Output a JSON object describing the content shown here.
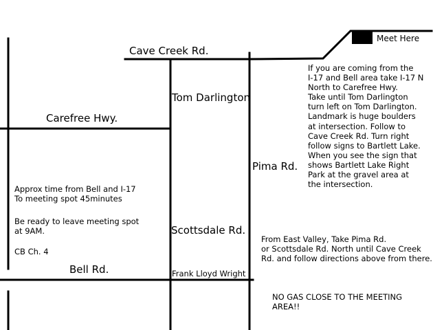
{
  "meeting_point": {
    "label": "Meet Here"
  },
  "roads": {
    "cave_creek": "Cave Creek Rd.",
    "carefree": "Carefree Hwy.",
    "tom_darlington": "Tom Darlington",
    "pima": "Pima Rd.",
    "scottsdale": "Scottsdale Rd.",
    "bell": "Bell Rd.",
    "frank_lloyd_wright": "Frank Lloyd Wright"
  },
  "notes": {
    "directions_from_i17": "If you are coming from the\nI-17 and Bell area take I-17 N\nNorth to Carefree Hwy.\nTake until Tom Darlington\nturn left on Tom Darlington.\nLandmark is huge boulders\nat intersection. Follow to\nCave Creek Rd. Turn right\nfollow signs to Bartlett Lake.\nWhen you see the sign that\nshows Bartlett Lake Right\nPark at the gravel area at\nthe intersection.",
    "approx_time": "Approx time from Bell and I-17\nTo meeting spot 45minutes",
    "be_ready": "Be ready to leave meeting spot\nat 9AM.",
    "cb_channel": "CB Ch. 4",
    "from_east_valley": "From East Valley, Take Pima Rd.\nor Scottsdale Rd. North until Cave Creek\nRd. and follow directions above from there.",
    "no_gas": "NO GAS CLOSE TO THE MEETING\nAREA!!"
  },
  "colors": {
    "road": "#000000",
    "background": "#ffffff"
  }
}
